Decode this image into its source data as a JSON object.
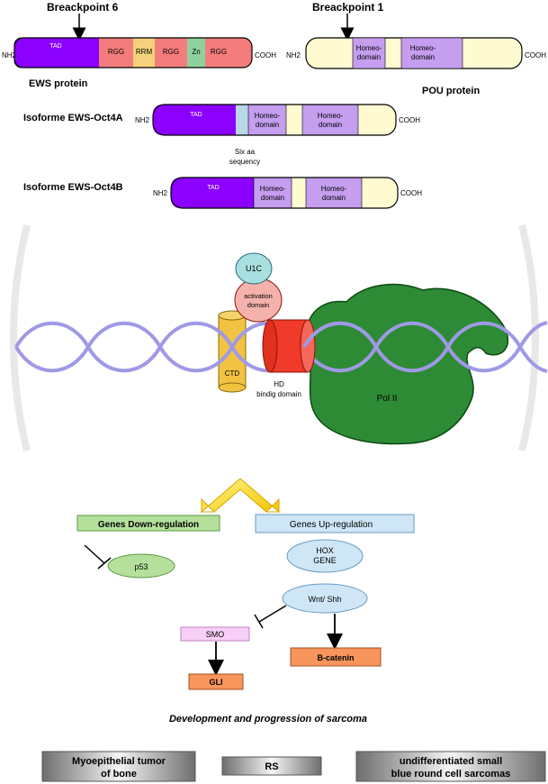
{
  "top": {
    "breakpoint_ews": "Breackpoint 6",
    "breakpoint_pou": "Breackpoint 1",
    "ews_protein_label": "EWS protein",
    "pou_protein_label": "POU protein",
    "nh2": "NH2",
    "cooh": "COOH",
    "ews_domains": {
      "tad": "TAD",
      "rgg": "RGG",
      "rrm": "RRM",
      "zn": "Zn"
    },
    "homeo_line1": "Homeo-",
    "homeo_line2": "domain",
    "isoform_a_label": "Isoforme EWS-Oct4A",
    "isoform_b_label": "Isoforme EWS-Oct4B",
    "six_aa_line1": "Six aa",
    "six_aa_line2": "sequency"
  },
  "mid": {
    "u1c": "U1C",
    "activation_line1": "activation",
    "activation_line2": "domain",
    "ctd": "CTD",
    "hd_line1": "HD",
    "hd_line2": "bindig domain",
    "pol2": "Pol II"
  },
  "pathway": {
    "down": "Genes Down-regulation",
    "up": "Genes Up-regulation",
    "p53": "p53",
    "hox_line1": "HOX",
    "hox_line2": "GENE",
    "wnt": "Wnt/ Shh",
    "smo": "SMO",
    "bcatenin": "B-catenin",
    "gli": "GLI",
    "development": "Development and progression of sarcoma"
  },
  "bottom": {
    "myo_line1": "Myoepithelial tumor",
    "myo_line2": "of bone",
    "rs": "RS",
    "undiff_line1": "undifferentiated small",
    "undiff_line2": "blue round cell sarcomas"
  },
  "colors": {
    "tad": "#8b00ff",
    "rgg": "#f47c7c",
    "rrm": "#f3d27a",
    "zn": "#8fd19e",
    "homeo": "#c59ef0",
    "pou_body": "#fffbd1",
    "six_aa": "#b8d8e8",
    "helix": "#9f99e6",
    "pol2": "#2e8b35",
    "ctd": "#f2c242",
    "hd": "#f03a2a",
    "activation": "#f5b2ac",
    "u1c": "#a8e0e0",
    "green_box": "#b4e09c",
    "blue_box": "#cfe6f7",
    "orange_box": "#f7955c",
    "pink_box": "#f7cff7",
    "arrow": "#ffe500"
  }
}
